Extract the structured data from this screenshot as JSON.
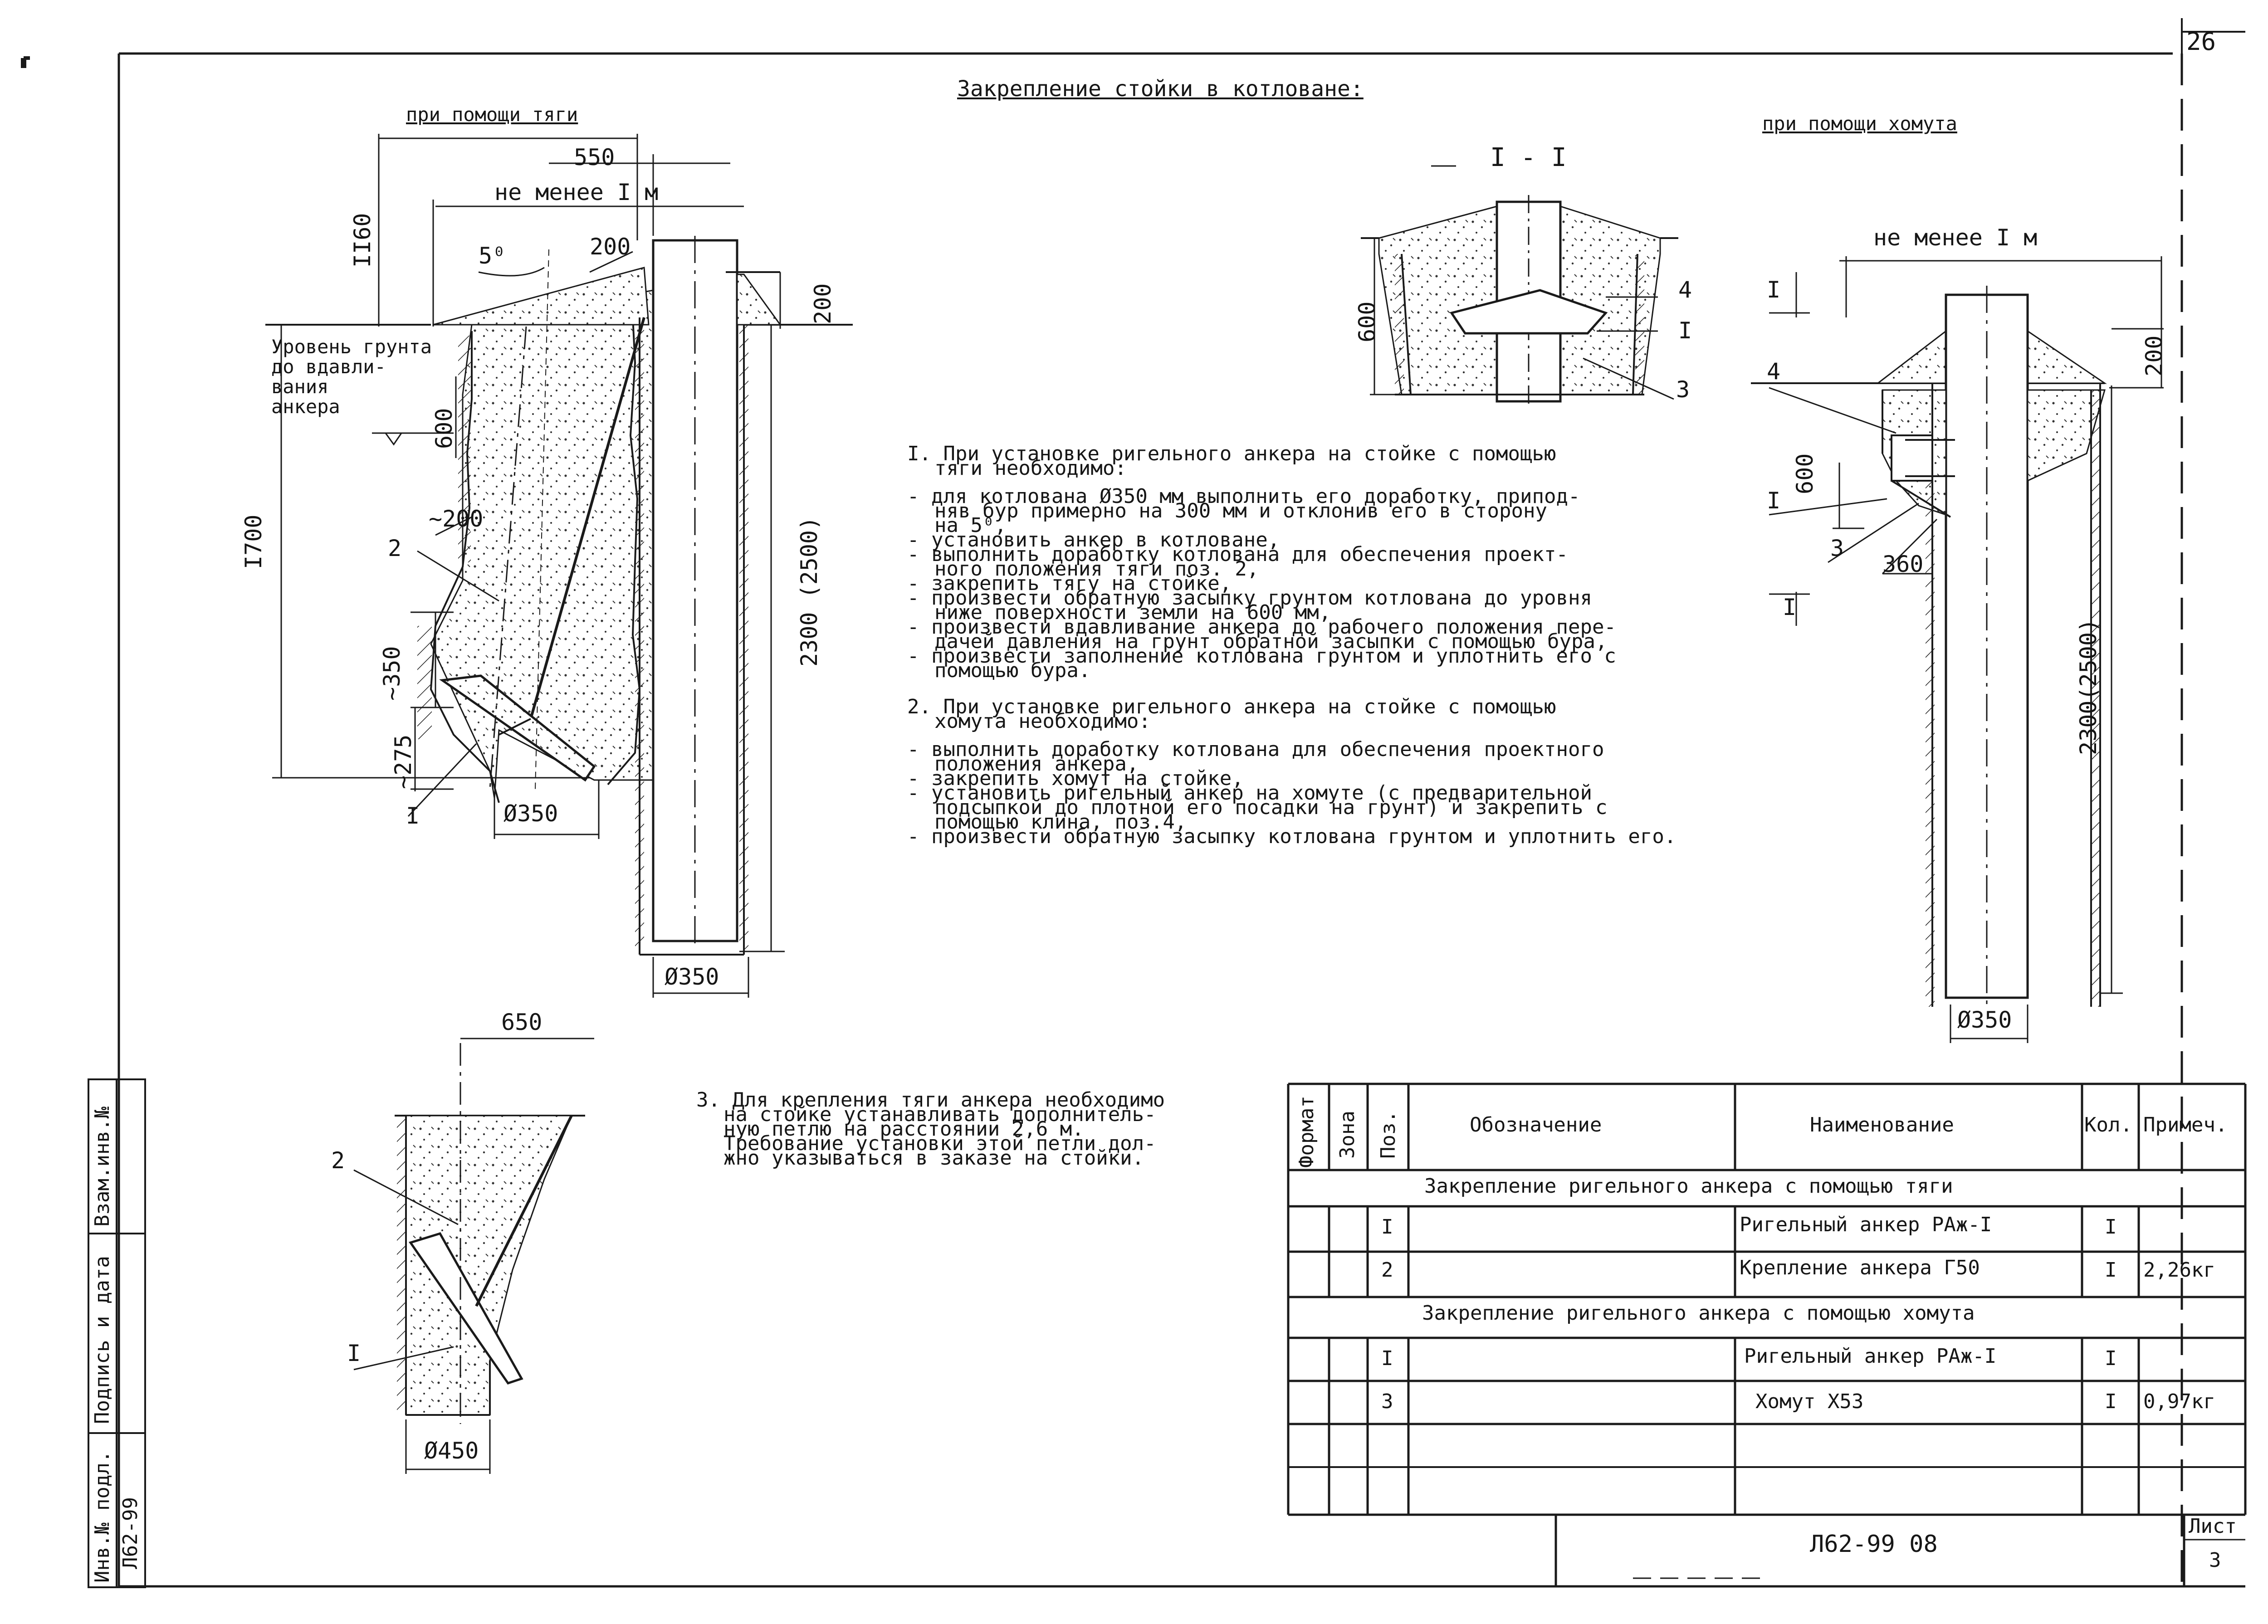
{
  "page": {
    "sheet_corner_number": "26",
    "title": "Закрепление стойки в котловане:"
  },
  "left_view": {
    "title": "при помощи тяги",
    "dims": {
      "d550": "550",
      "not_less_1m": "не менее I м",
      "d1160": "II60",
      "d5deg": "5⁰",
      "d200_top": "200",
      "d200_right": "200",
      "ground_label": "Уровень грунта до вдавли- вания анкера",
      "d600": "600",
      "d1700": "I700",
      "d200_side": "~200",
      "pos2": "2",
      "d350": "~350",
      "d275": "~275",
      "pos1": "I",
      "d2300": "2300 (2500)",
      "dia350_pit": "Ø350",
      "dia350_post": "Ø350"
    },
    "ground_label_lines": [
      "Уровень грунта",
      "до вдавли-",
      "вания",
      "анкера"
    ]
  },
  "section_view": {
    "title": "I - I",
    "d600": "600",
    "pos4": "4",
    "pos1": "I",
    "pos3": "3"
  },
  "right_view": {
    "title": "при помощи хомута",
    "not_less_1m": "не менее I м",
    "d200": "200",
    "pos4": "4",
    "d600": "600",
    "pos1": "I",
    "pos3": "3",
    "d360": "360",
    "section_mark_top": "I",
    "section_mark_bottom": "I",
    "d2300": "2300(2500)",
    "dia350": "Ø350"
  },
  "bottom_view": {
    "d650": "650",
    "pos2": "2",
    "pos1": "I",
    "dia450": "Ø450"
  },
  "notes": {
    "n1_title": [
      "I. При установке ригельного анкера на стойке с помощью",
      "тяги необходимо:"
    ],
    "n1_items": [
      [
        "- для котлована Ø350 мм выполнить его доработку, припод-",
        "няв бур примерно на 300 мм и отклонив его в сторону",
        "на 5⁰,"
      ],
      [
        "- установить анкер в котловане,"
      ],
      [
        "- выполнить доработку котлована для обеспечения проект-",
        "ного положения тяги поз. 2,"
      ],
      [
        "- закрепить тягу на стойке,"
      ],
      [
        "- произвести обратную засыпку грунтом котлована до уровня",
        "ниже поверхности земли на 600 мм,"
      ],
      [
        "- произвести вдавливание анкера до рабочего положения пере-",
        "дачей давления на грунт обратной засыпки с помощью бура,"
      ],
      [
        "- произвести заполнение котлована грунтом и уплотнить его с",
        "помощью бура."
      ]
    ],
    "n2_title": [
      "2. При установке ригельного анкера на стойке с помощью",
      "хомута необходимо:"
    ],
    "n2_items": [
      [
        "- выполнить доработку котлована для обеспечения проектного",
        "положения анкера,"
      ],
      [
        "- закрепить хомут на стойке,"
      ],
      [
        "- установить ригельный анкер на хомуте (с предварительной",
        "подсыпкой до плотной его посадки на грунт) и закрепить с",
        "помощью клина, поз.4,"
      ],
      [
        "- произвести обратную засыпку котлована грунтом и уплотнить его."
      ]
    ],
    "n3": [
      "3. Для крепления тяги анкера необходимо",
      "на стойке устанавливать дополнитель-",
      "ную петлю на расстоянии 2,6 м.",
      "Требование установки этой петли дол-",
      "жно указываться в заказе на стойки."
    ]
  },
  "spec_table": {
    "headers": {
      "format": "Формат",
      "zone": "Зона",
      "pos": "Поз.",
      "designation": "Обозначение",
      "name": "Наименование",
      "qty": "Кол.",
      "note": "Примеч."
    },
    "group1_title": "Закрепление ригельного анкера с помощью тяги",
    "group1_rows": [
      {
        "pos": "I",
        "name": "Ригельный анкер РАж-I",
        "qty": "I",
        "note": ""
      },
      {
        "pos": "2",
        "name": "Крепление анкера Г50",
        "qty": "I",
        "note": "2,26кг"
      }
    ],
    "group2_title": "Закрепление ригельного анкера с помощью хомута",
    "group2_rows": [
      {
        "pos": "I",
        "name": "Ригельный анкер РАж-I",
        "qty": "I",
        "note": ""
      },
      {
        "pos": "3",
        "name": "Хомут Х53",
        "qty": "I",
        "note": "0,97кг"
      }
    ]
  },
  "title_block": {
    "doc_code": "Л62-99 08",
    "sheet_label": "Лист",
    "sheet_number": "3"
  },
  "side_stamp": {
    "inv_label": "Инв.№ подл.",
    "inv_value": "Л62-99",
    "sign_label": "Подпись и дата",
    "replace_label": "Взам.инв.№"
  }
}
